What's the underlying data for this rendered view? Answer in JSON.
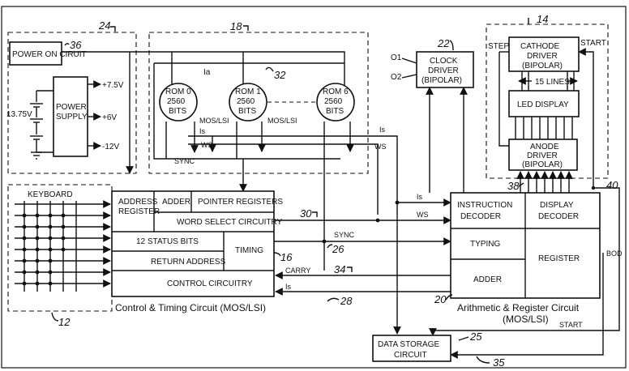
{
  "power_on_circuit": {
    "label": "POWER ON CIRUIT",
    "ref": "36"
  },
  "power_supply": {
    "label_line1": "POWER",
    "label_line2": "SUPPLY",
    "input_voltage": "13.75V",
    "outputs": [
      "+7.5V",
      "+6V",
      "-12V"
    ],
    "group_ref": "24"
  },
  "rom_group": {
    "ref": "18",
    "ref_bus": "32",
    "current_label": "Ia",
    "roms": [
      {
        "name": "ROM 0",
        "size": "2560",
        "unit": "BITS"
      },
      {
        "name": "ROM 1",
        "size": "2560",
        "unit": "BITS"
      },
      {
        "name": "ROM 6",
        "size": "2560",
        "unit": "BITS"
      }
    ],
    "tech_label": "MOS/LSI",
    "signals": {
      "is": "Is",
      "ws": "WS",
      "sync": "SYNC"
    }
  },
  "clock_driver": {
    "line1": "CLOCK",
    "line2": "DRIVER",
    "line3": "(BIPOLAR)",
    "ref": "22",
    "out1": "O1",
    "out2": "O2"
  },
  "display_group": {
    "ref": "14",
    "cathode_driver": {
      "line1": "CATHODE",
      "line2": "DRIVER",
      "line3": "(BIPOLAR)"
    },
    "step_label": "STEP",
    "start_label": "START",
    "lines_label": "15 LINES",
    "led_display": "LED DISPLAY",
    "anode_driver": {
      "line1": "ANODE",
      "line2": "DRIVER",
      "line3": "(BIPOLAR)"
    },
    "ref_38": "38",
    "ref_40": "40"
  },
  "keyboard": {
    "label": "KEYBOARD",
    "ref": "12"
  },
  "control_timing": {
    "address_register": {
      "line1": "ADDRESS",
      "line2": "REGISTER"
    },
    "adder": "ADDER",
    "pointer_registers": "POINTER REGISTERS",
    "word_select": "WORD SELECT CIRCUITRY",
    "status_bits": "12 STATUS BITS",
    "timing": "TIMING",
    "return_address": "RETURN ADDRESS",
    "control_circuitry": "CONTROL CIRCUITRY",
    "caption": "Control & Timing Circuit (MOS/LSI)",
    "ref_16": "16",
    "ref_28": "28"
  },
  "buses": {
    "ref_30": "30",
    "ref_26": "26",
    "ref_34": "34",
    "ref_35": "35",
    "is": "Is",
    "ws": "WS",
    "sync": "SYNC",
    "carry": "CARRY",
    "start": "START",
    "bod": "BOD"
  },
  "arith_register": {
    "instruction_decoder": {
      "line1": "INSTRUCTION",
      "line2": "DECODER"
    },
    "display_decoder": {
      "line1": "DISPLAY",
      "line2": "DECODER"
    },
    "typing": "TYPING",
    "register": "REGISTER",
    "adder": "ADDER",
    "caption_line1": "Arithmetic & Register Circuit",
    "caption_line2": "(MOS/LSI)",
    "ref": "20"
  },
  "data_storage": {
    "line1": "DATA STORAGE",
    "line2": "CIRCUIT",
    "ref": "25"
  }
}
